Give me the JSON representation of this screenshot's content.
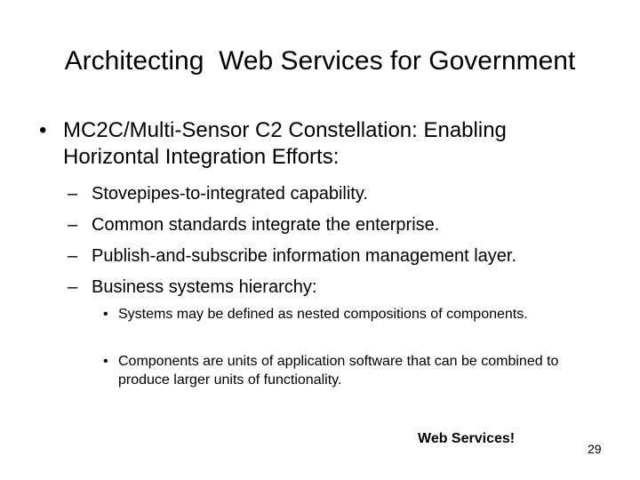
{
  "title": "Architecting  Web Services for Government",
  "bullet_char": "•",
  "dash_char": "–",
  "main_bullet": "MC2C/Multi-Sensor C2 Constellation: Enabling Horizontal Integration Efforts:",
  "sub_bullets": [
    "Stovepipes-to-integrated capability.",
    "Common standards integrate the enterprise.",
    "Publish-and-subscribe information management layer.",
    "Business systems hierarchy:"
  ],
  "sub_sub_bullets": [
    "Systems may be defined as nested compositions of components.",
    "Components are units of application software that can be combined to produce larger units of functionality."
  ],
  "callout": "Web Services!",
  "page_number": "29"
}
